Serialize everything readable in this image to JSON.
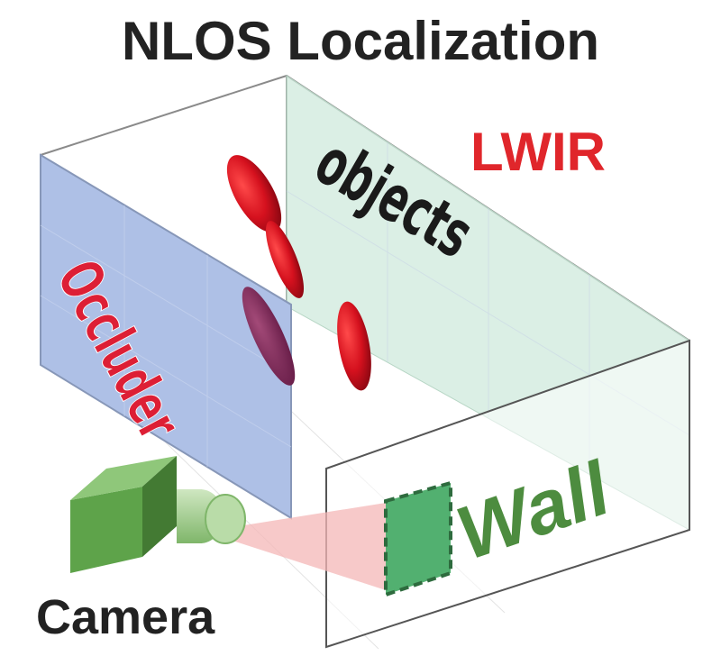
{
  "title": "NLOS Localization",
  "modality": "LWIR",
  "labels": {
    "objects": "objects",
    "occluder": "Occluder",
    "wall": "Wall",
    "camera": "Camera"
  },
  "colors": {
    "title": "#222222",
    "modality": "#e0262b",
    "objects": "#d5111e",
    "occluder_text": "#dd1f35",
    "occluder_plane": "#aec0e6",
    "side_plane": "#cfe9dc",
    "wall_text": "#4d8c3f",
    "camera_body": "#5ea34a",
    "spot": "#52b070",
    "beam": "#f4b7b7"
  }
}
